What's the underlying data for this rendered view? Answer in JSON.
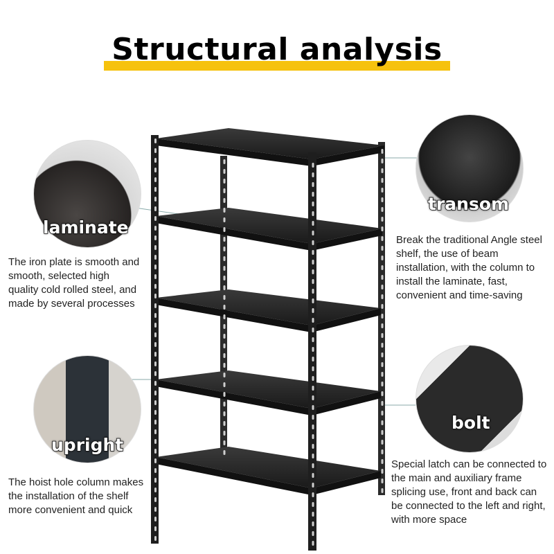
{
  "title": "Structural analysis",
  "accent_color": "#f6c20e",
  "features": [
    {
      "label": "laminate",
      "description": "The iron plate is smooth and smooth, selected high quality cold rolled steel, and made by several processes"
    },
    {
      "label": "upright",
      "description": "The hoist hole column makes the installation of the shelf more convenient and quick"
    },
    {
      "label": "transom",
      "description": "Break the traditional Angle steel shelf, the use of beam installation, with the column to install the laminate, fast, convenient and time-saving"
    },
    {
      "label": "bolt",
      "description": "Special latch can be connected to the main and auxiliary frame splicing use, front and back can be connected to the left and right, with more space"
    }
  ]
}
